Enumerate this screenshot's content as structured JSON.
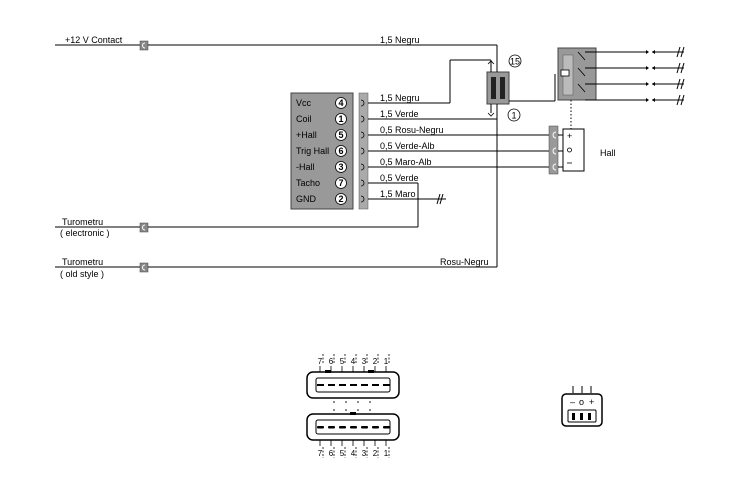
{
  "diagram": {
    "inputs": {
      "contact": "+12 V Contact",
      "tach_electronic": [
        "Turometru",
        "( electronic )"
      ],
      "tach_old": [
        "Turometru",
        "( old style )"
      ]
    },
    "module": {
      "rows": [
        {
          "label": "Vcc",
          "pin": "4",
          "wire": "1,5 Negru"
        },
        {
          "label": "Coil",
          "pin": "1",
          "wire": "1,5 Verde"
        },
        {
          "label": "+Hall",
          "pin": "5",
          "wire": "0,5 Rosu-Negru"
        },
        {
          "label": "Trig Hall",
          "pin": "6",
          "wire": "0,5 Verde-Alb"
        },
        {
          "label": "-Hall",
          "pin": "3",
          "wire": "0,5 Maro-Alb"
        },
        {
          "label": "Tacho",
          "pin": "7",
          "wire": "0,5 Verde"
        },
        {
          "label": "GND",
          "pin": "2",
          "wire": "1,5 Maro"
        }
      ]
    },
    "wires": {
      "contact_wire": "1,5 Negru",
      "tach_old_wire": "Rosu-Negru"
    },
    "coil": {
      "terminal_top": "15",
      "terminal_bottom": "1"
    },
    "hall": {
      "label": "Hall",
      "pin_labels": [
        "+",
        "o",
        "-"
      ]
    },
    "connector_7pin": {
      "top_numbers": [
        "7",
        "6",
        "5",
        "4",
        "3",
        "2",
        "1"
      ],
      "bottom_numbers": [
        "7",
        "6",
        "5",
        "4",
        "3",
        "2",
        "1"
      ]
    },
    "connector_3pin": {
      "labels": [
        "–",
        "o",
        "+"
      ]
    }
  }
}
